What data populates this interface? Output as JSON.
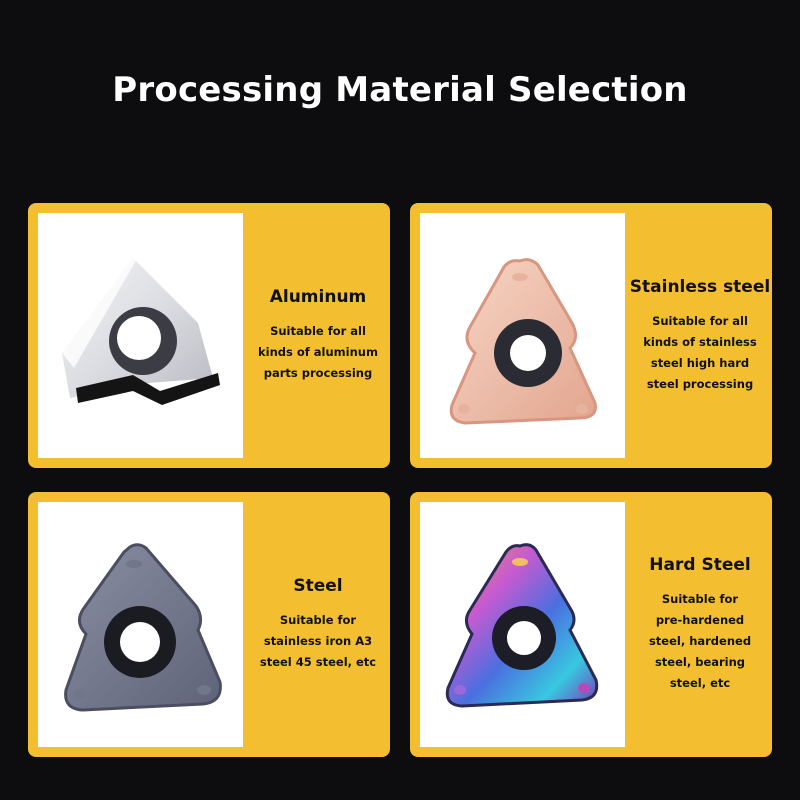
{
  "title": "Processing Material Selection",
  "cards": [
    {
      "heading": "Aluminum",
      "lines": [
        "Suitable for all",
        "kinds of aluminum",
        "parts processing"
      ],
      "icon": "silver-insert-icon"
    },
    {
      "heading": "Stainless steel",
      "lines": [
        "Suitable for all",
        "kinds of stainless",
        "steel high hard",
        "steel processing"
      ],
      "icon": "pink-insert-icon"
    },
    {
      "heading": "Steel",
      "lines": [
        "Suitable for",
        "stainless iron A3",
        "steel 45 steel, etc"
      ],
      "icon": "gray-insert-icon"
    },
    {
      "heading": "Hard Steel",
      "lines": [
        "Suitable for",
        "pre-hardened",
        "steel, hardened",
        "steel, bearing",
        "steel, etc"
      ],
      "icon": "rainbow-insert-icon"
    }
  ],
  "colors": {
    "background": "#0d0d0f",
    "card": "#f3bf31",
    "title": "#ffffff"
  }
}
